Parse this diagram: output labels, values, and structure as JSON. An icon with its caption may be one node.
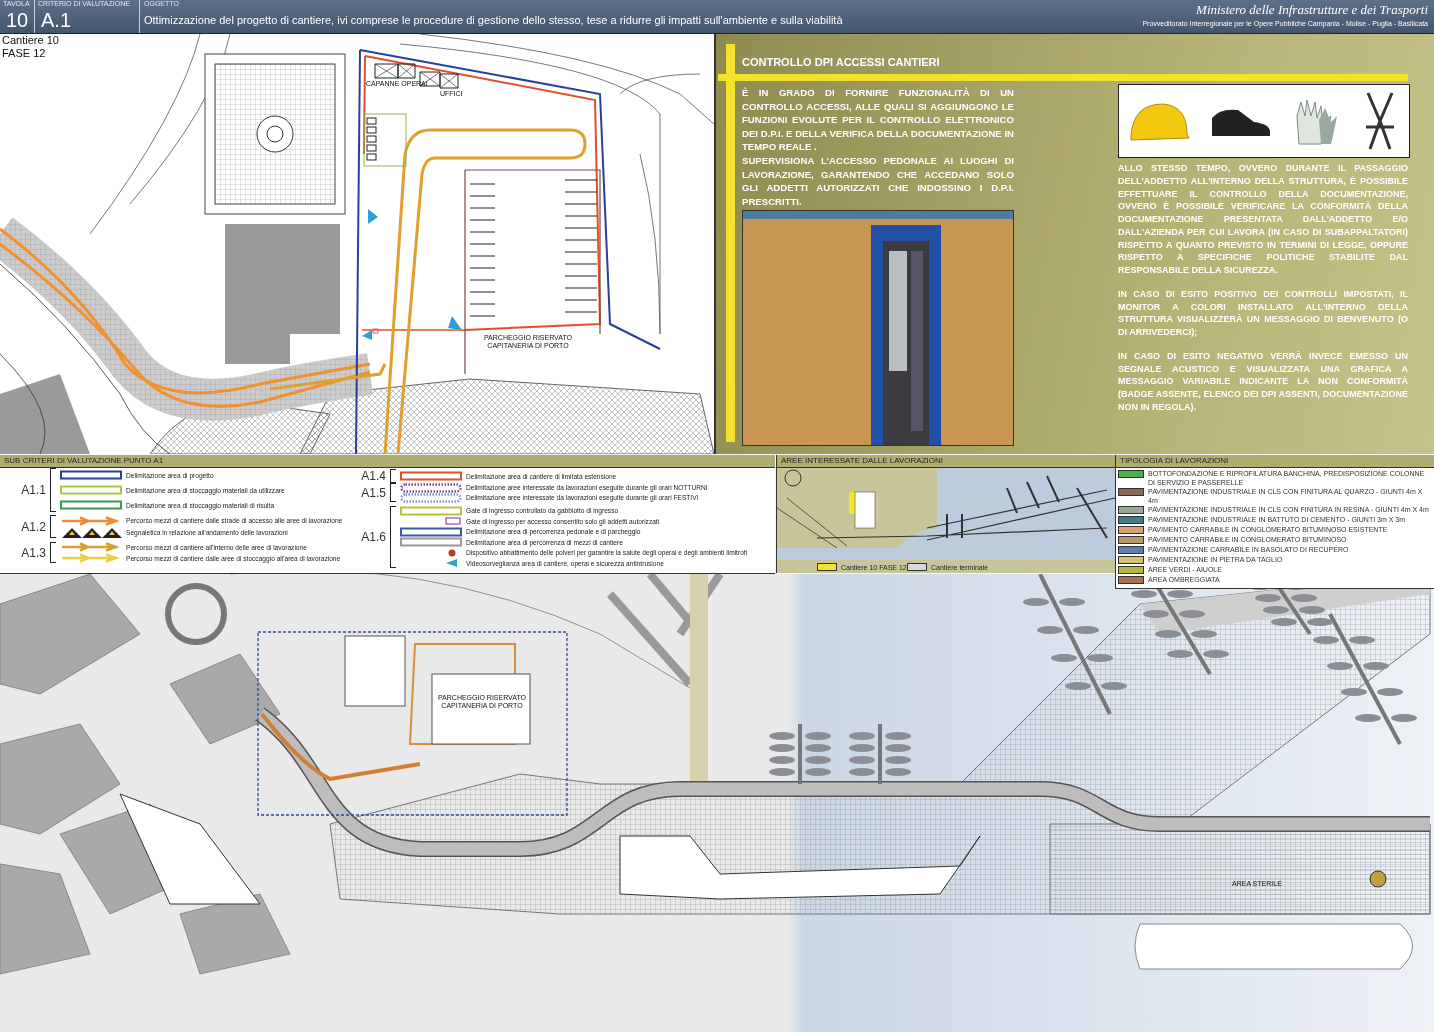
{
  "diagram": {
    "nodes": [
      {
        "text": [
          "CONTROLLO DPI ACCESSI CANTIERI",
          "È IN GRADO DI FORNIRE FUNZIONALITÀ DI UN CONTROLLO ACCESSI, ALLE QUALI SI AGGIUNGONO LE FUNZIONI EVOLUTE PER IL CONTROLLO ELETTRONICO DEI D.P.I. E DELLA VERIFICA DELLA DOCUMENTAZIONE IN TEMPO REALE .",
          "SUPERVISIONA L'ACCESSO PEDONALE AI LUOGHI DI LAVORAZIONE, GARANTENDO CHE ACCEDANO SOLO GLI ADDETTI AUTORIZZATI CHE INDOSSINO I D.P.I. PRESCRITTI.",
          "ALLO STESSO TEMPO, OVVERO DURANTE IL PASSAGGIO DELL'ADDETTO ALL'INTERNO DELLA STRUTTURA, È POSSIBILE EFFETTUARE IL CONTROLLO DELLA DOCUMENTAZIONE, OVVERO È POSSIBILE VERIFICARE LA CONFORMITÀ DELLA DOCUMENTAZIONE PRESENTATA DALL'ADDETTO E/O DALL'AZIENDA PER CUI LAVORA (IN CASO DI SUBAPPALTATORI) RISPETTO A QUANTO PREVISTO IN TERMINI DI LEGGE, OPPURE RISPETTO A SPECIFICHE POLITICHE STABILITE DAL RESPONSABILE DELLA SICUREZZA.",
          "IN CASO DI ESITO POSITIVO DEI CONTROLLI IMPOSTATI, IL MONITOR A COLORI INSTALLATO ALL'INTERNO DELLA STRUTTURA VISUALIZZERÀ UN MESSAGGIO DI BENVENUTO (O DI ARRIVEDERCI);",
          "IN CASO DI ESITO NEGATIVO VERRÀ INVECE EMESSO UN SEGNALE ACUSTICO E VISUALIZZATA UNA GRAFICA A MESSAGGIO VARIABILE INDICANTE LA NON CONFORMITÀ (BADGE ASSENTE, ELENCO DEI DPI ASSENTI, DOCUMENTAZIONE NON IN REGOLA)."
        ]
      }
    ],
    "labels": [
      "TAVOLA",
      "CRITERIO DI VALUTAZIONE",
      "OGGETTO",
      "10",
      "A.1",
      "Ottimizzazione del progetto di cantiere, ivi comprese le procedure di gestione dello stesso, tese a ridurre gli impatti sull'ambiente e sulla viabilità",
      "Ministero delle Infrastrutture e dei Trasporti",
      "Provveditorato Interregionale per le Opere Pubbliche Campania - Molise - Puglia - Basilicata",
      "Cantiere 10",
      "FASE 12",
      "CAPANNE OPERAI",
      "UFFICI",
      "PARCHEGGIO RISERVATO CAPITANERIA DI PORTO",
      "SUB CRITERI DI VALUTAZIONE PUNTO A1",
      "A1.1",
      "A1.2",
      "A1.3",
      "A1.4",
      "A1.5",
      "A1.6",
      "AREE INTERESSATE DALLE LAVORAZIONI",
      "TIPOLOGIA DI LAVORAZIONI",
      "PARCHEGGIO RISERVATO CAPITANERIA DI PORTO",
      "AREA STERILE"
    ],
    "legend": [
      {
        "text": "Delimitazione area di progetto"
      },
      {
        "text": "Delimitazione area di stoccaggio materiali da utilizzare"
      },
      {
        "text": "Delimitazione area di stoccaggio materiali di risulta"
      },
      {
        "text": "Percorso mezzi di cantiere dalle strade di accesso alle aree di lavorazione"
      },
      {
        "text": "Segnaletica in relazione all'andamento delle lavorazioni"
      },
      {
        "text": "Percorso mezzi di cantiere all'interno delle aree di lavorazione"
      },
      {
        "text": "Percorso mezzi di cantiere dalle aree di stoccaggio all'area di lavorazione"
      },
      {
        "text": "Delimitazione area di cantiere di limitata estensione"
      },
      {
        "text": "Delimitazione aree interessate da lavorazioni eseguite durante gli orari NOTTURNI"
      },
      {
        "text": "Delimitazione aree interessate da lavorazioni eseguite durante gli orari FESTIVI"
      },
      {
        "text": "Gate di ingresso controllato da gabbiotto di ingresso"
      },
      {
        "text": "Gate di ingresso per accesso consentito solo gli addetti autorizzati"
      },
      {
        "text": "Delimitazione area di percorrenza pedonale e di parcheggio"
      },
      {
        "text": "Delimitazione area di percorrenza di mezzi di cantiere"
      },
      {
        "text": "Dispositivo abbattimento delle polveri per garantire la salute degli operai e degli ambienti limitrofi"
      },
      {
        "text": "Videosorveglianza area di cantiere, operai e sicurezza antintrusione"
      },
      {
        "text": "Cantiere 10 FASE 12",
        "color": "#f5e52a"
      },
      {
        "text": "Cantiere terminale",
        "color": "#d8d8d8"
      },
      {
        "text": "BOTTOFONDAZIONE E RIPROFILATURA BANCHINA, PREDISPOSIZIONE COLONNE DI SERVIZIO E PASSERELLE",
        "color": "#4caf50"
      },
      {
        "text": "PAVIMENTAZIONE INDUSTRIALE IN CLS CON FINITURA AL QUARZO - GIUNTI 4m X 4m",
        "color": "#8a6a5a"
      },
      {
        "text": "PAVIMENTAZIONE INDUSTRIALE IN CLS CON FINITURA IN RESINA - GIUNTI 4m X 4m",
        "color": "#9aa89a"
      },
      {
        "text": "PAVIMENTAZIONE INDUSTRIALE IN BATTUTO DI CEMENTO - GIUNTI 3m X 3m",
        "color": "#3e7f8a"
      },
      {
        "text": "PAVIMENTO CARRABILE IN CONGLOMERATO BITUMINOSO ESISTENTE",
        "color": "#d8a070"
      },
      {
        "text": "PAVIMENTO CARRABILE IN CONGLOMERATO BITUMINOSO",
        "color": "#b89a6a"
      },
      {
        "text": "PAVIMENTAZIONE CARRABILE IN BASOLATO DI RECUPERO",
        "color": "#5a7fb0"
      },
      {
        "text": "PAVIMENTAZIONE IN PIETRA DA TAGLIO",
        "color": "#d8c070"
      },
      {
        "text": "AREE VERDI - AIUOLE",
        "color": "#b8b840"
      },
      {
        "text": "AREA OMBREGGIATA",
        "color": "#a87050"
      }
    ]
  }
}
